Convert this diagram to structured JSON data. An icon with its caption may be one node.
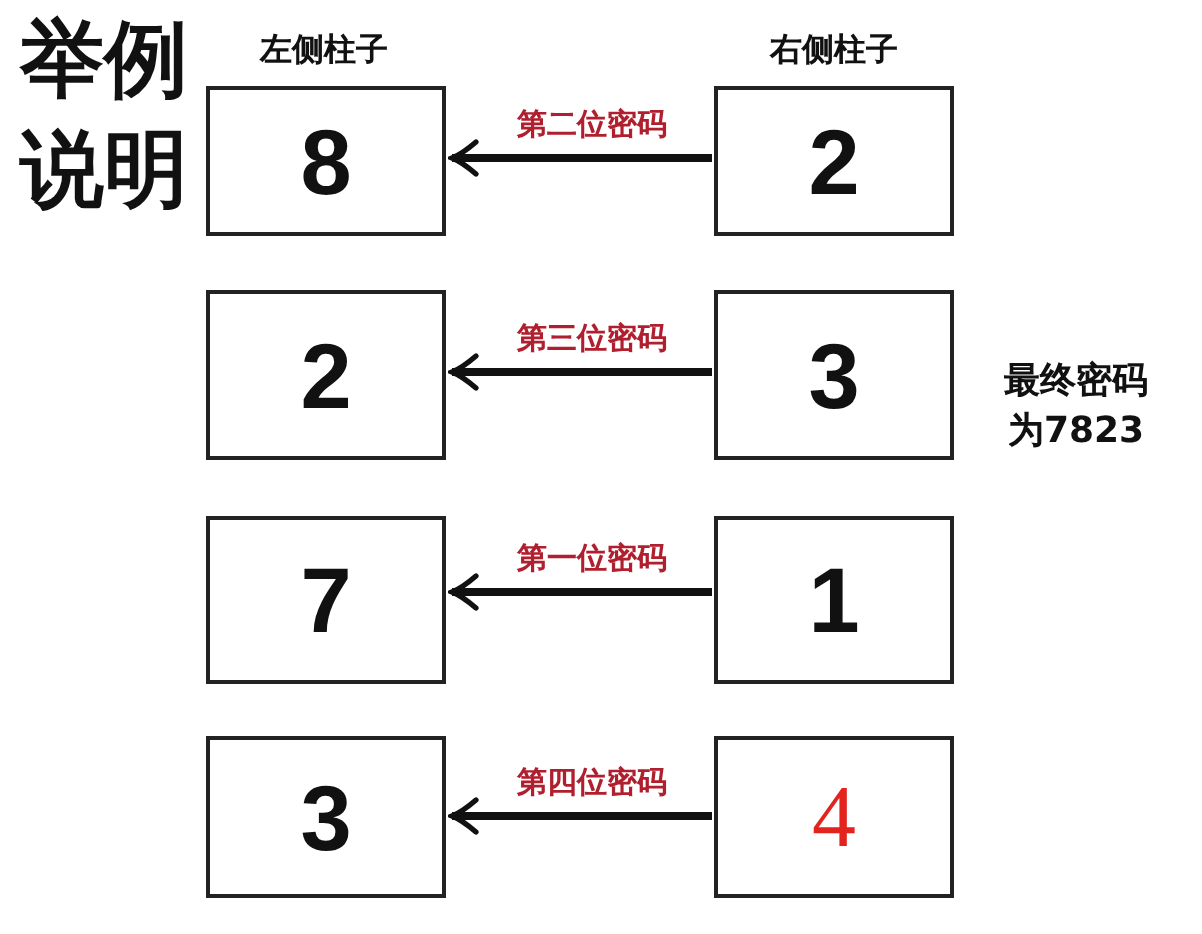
{
  "diagram": {
    "title": "举例说明",
    "nodes": [
      {
        "text": [
          "8"
        ]
      },
      {
        "text": [
          "2"
        ]
      },
      {
        "text": [
          "2"
        ]
      },
      {
        "text": [
          "3"
        ]
      },
      {
        "text": [
          "7"
        ]
      },
      {
        "text": [
          "1"
        ]
      },
      {
        "text": [
          "3"
        ]
      },
      {
        "text": [
          "4"
        ]
      }
    ],
    "edges": [
      {
        "from": 1,
        "to": 0,
        "arrow": "to",
        "label": "第二位密码"
      },
      {
        "from": 3,
        "to": 2,
        "arrow": "to",
        "label": "第三位密码"
      },
      {
        "from": 5,
        "to": 4,
        "arrow": "to",
        "label": "第一位密码"
      },
      {
        "from": 7,
        "to": 6,
        "arrow": "to",
        "label": "第四位密码"
      }
    ],
    "labels": [
      "左侧柱子",
      "右侧柱子",
      "最终密码为7823"
    ]
  }
}
